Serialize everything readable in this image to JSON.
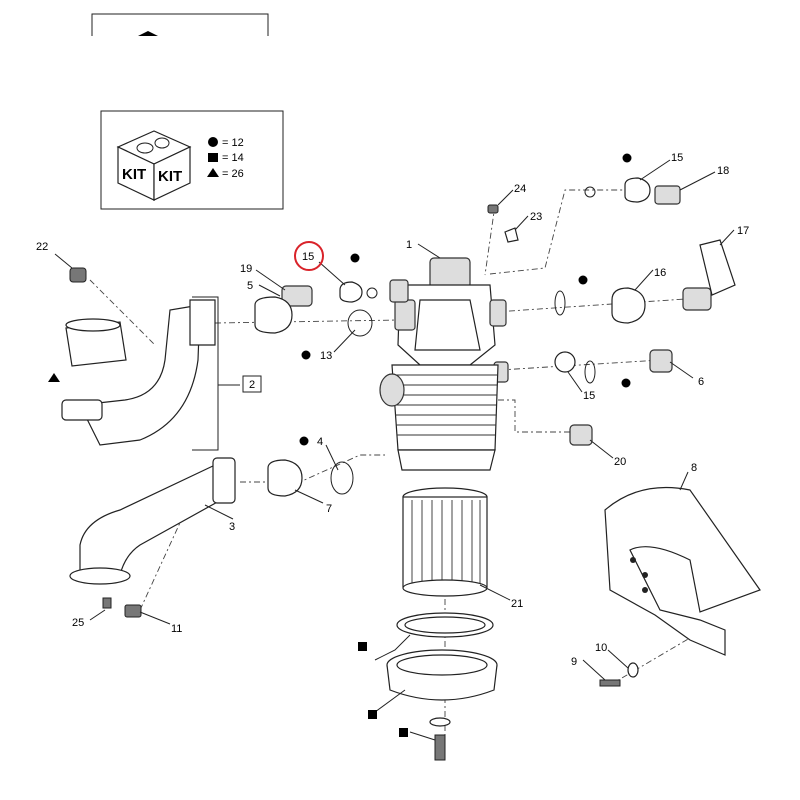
{
  "kit_legend": {
    "box_label_left": "KIT",
    "box_label_right": "KIT",
    "circle_value": "= 12",
    "square_value": "= 14",
    "triangle_value": "= 26"
  },
  "callouts": {
    "c1": "1",
    "c2": "2",
    "c3": "3",
    "c4": "4",
    "c5": "5",
    "c6": "6",
    "c7": "7",
    "c8": "8",
    "c9": "9",
    "c10": "10",
    "c11": "11",
    "c13": "13",
    "c15a": "15",
    "c15b": "15",
    "c15c": "15",
    "c16": "16",
    "c17": "17",
    "c18": "18",
    "c19": "19",
    "c20": "20",
    "c21": "21",
    "c22": "22",
    "c23": "23",
    "c24": "24",
    "c25": "25"
  },
  "highlight_color": "#d9232a"
}
